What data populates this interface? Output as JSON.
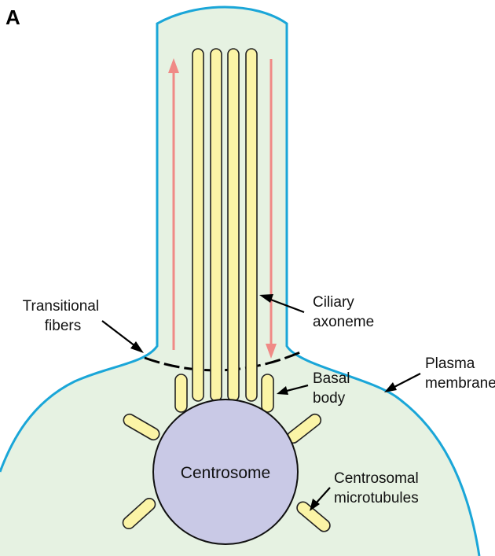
{
  "panel_letter": "A",
  "labels": {
    "transitional_fibers": [
      "Transitional",
      "fibers"
    ],
    "ciliary_axoneme": [
      "Ciliary",
      "axoneme"
    ],
    "plasma_membrane": [
      "Plasma",
      "membrane"
    ],
    "basal_body": [
      "Basal",
      "body"
    ],
    "centrosome": "Centrosome",
    "centrosomal_microtubules": [
      "Centrosomal",
      "microtubules"
    ]
  },
  "colors": {
    "cytoplasm": "#e6f2e2",
    "membrane": "#1aa6d8",
    "microtubule_fill": "#fbf4a6",
    "microtubule_stroke": "#222222",
    "centrosome_fill": "#c9c9e6",
    "transport_arrow": "#f08a86"
  }
}
